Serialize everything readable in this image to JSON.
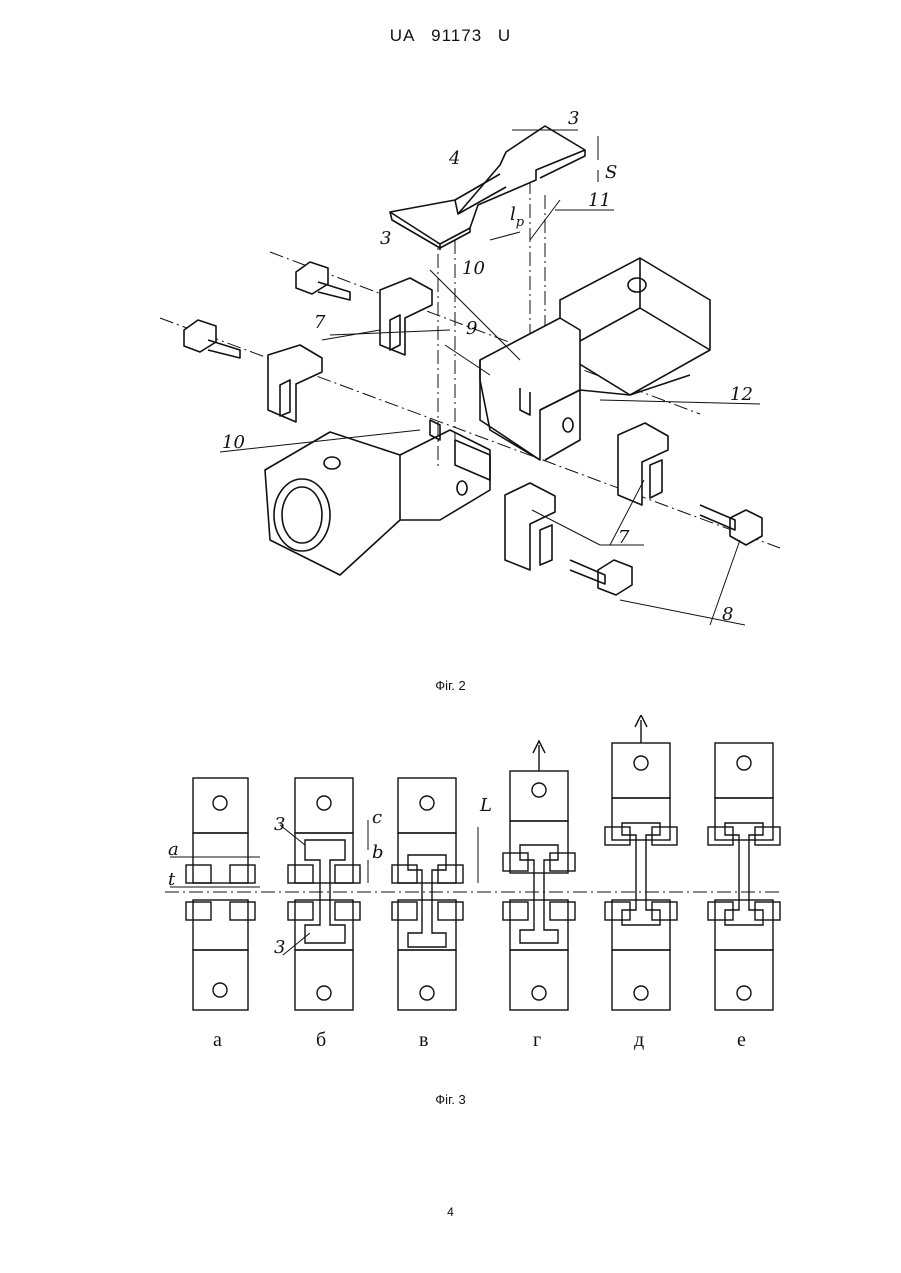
{
  "header": {
    "office": "UA",
    "number": "91173",
    "kind": "U"
  },
  "figure2": {
    "caption": "Фіг. 2",
    "labels": {
      "l3a": "3",
      "l3b": "3",
      "l4": "4",
      "lS": "S",
      "lp_base": "l",
      "lp_sub": "p",
      "l11": "11",
      "l10a": "10",
      "l9": "9",
      "l7a": "7",
      "l12": "12",
      "l10b": "10",
      "l7b": "7",
      "l8": "8"
    }
  },
  "figure3": {
    "caption": "Фіг. 3",
    "labels": {
      "a": "a",
      "t": "t",
      "c": "c",
      "b": "b",
      "L": "L",
      "n3a": "3",
      "n3b": "3"
    },
    "panels": [
      "а",
      "б",
      "в",
      "г",
      "д",
      "е"
    ]
  },
  "page_number": "4"
}
